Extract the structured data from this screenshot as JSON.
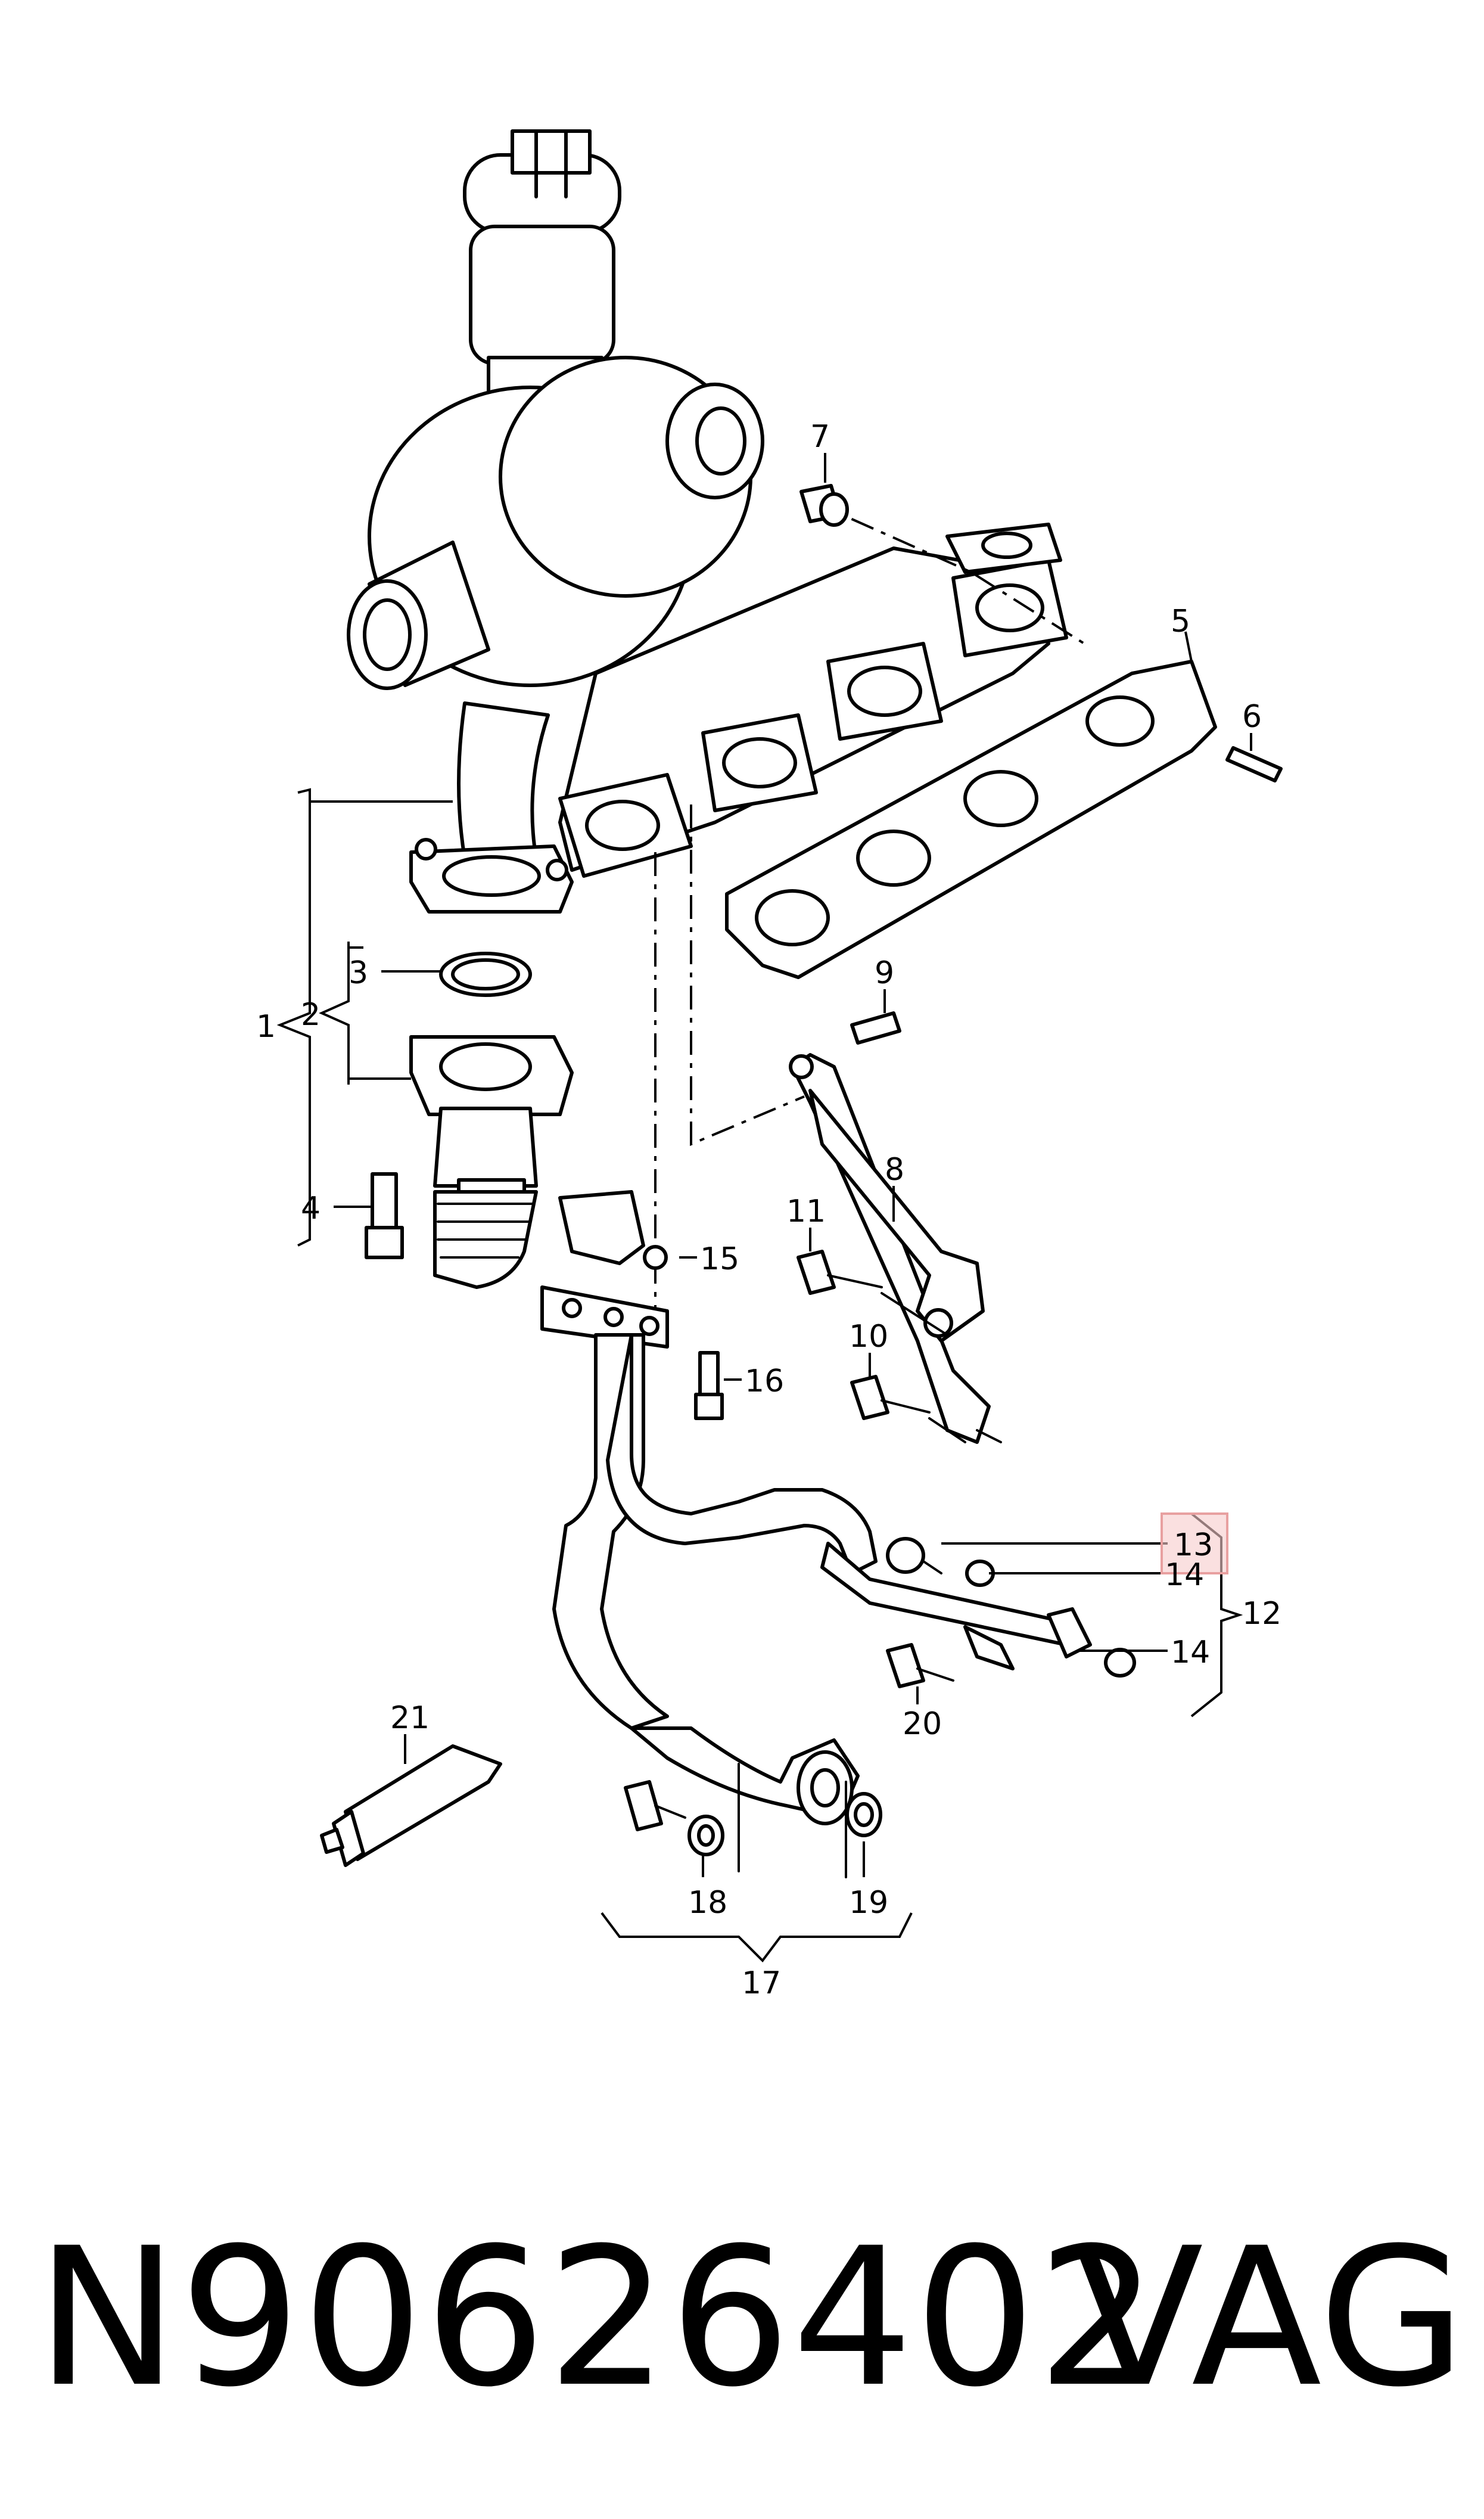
{
  "diagram": {
    "callouts": [
      {
        "id": "c1",
        "text": "1"
      },
      {
        "id": "c2",
        "text": "2"
      },
      {
        "id": "c3",
        "text": "3"
      },
      {
        "id": "c4",
        "text": "4"
      },
      {
        "id": "c5",
        "text": "5"
      },
      {
        "id": "c6",
        "text": "6"
      },
      {
        "id": "c7",
        "text": "7"
      },
      {
        "id": "c8",
        "text": "8"
      },
      {
        "id": "c9",
        "text": "9"
      },
      {
        "id": "c10",
        "text": "10"
      },
      {
        "id": "c11",
        "text": "11"
      },
      {
        "id": "c12",
        "text": "12"
      },
      {
        "id": "c13",
        "text": "13",
        "highlighted": true
      },
      {
        "id": "c14a",
        "text": "14"
      },
      {
        "id": "c14b",
        "text": "14"
      },
      {
        "id": "c15",
        "text": "15"
      },
      {
        "id": "c16",
        "text": "16"
      },
      {
        "id": "c17",
        "text": "17"
      },
      {
        "id": "c18",
        "text": "18"
      },
      {
        "id": "c19",
        "text": "19"
      },
      {
        "id": "c20",
        "text": "20"
      },
      {
        "id": "c21",
        "text": "21"
      }
    ],
    "highlight_color": "#e8a0a0"
  },
  "footer": {
    "part_number": "N90626402",
    "brand": "VAG"
  }
}
